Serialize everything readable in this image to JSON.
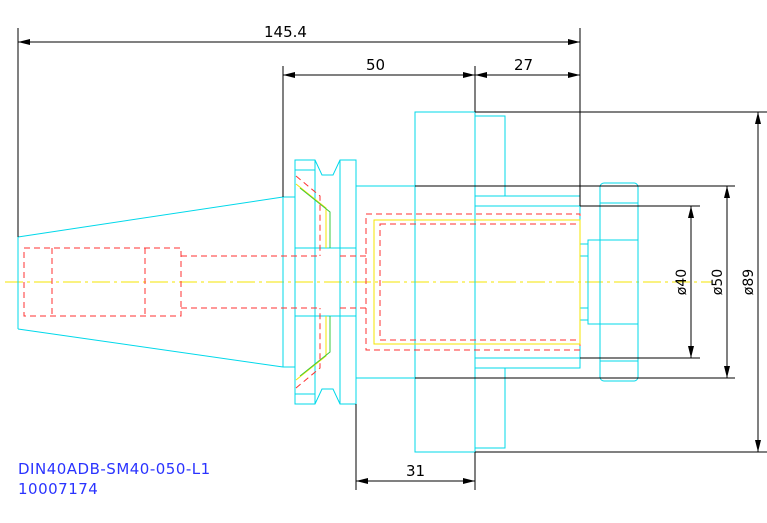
{
  "dimensions": {
    "overall_length": "145.4",
    "flange_length": "50",
    "body_length": "27",
    "nose_length": "31",
    "diameter_small": "ø40",
    "diameter_mid": "ø50",
    "diameter_large": "ø89"
  },
  "part": {
    "code": "DIN40ADB-SM40-050-L1",
    "number": "10007174"
  },
  "colors": {
    "outline": "#00d8ea",
    "hidden": "#ff3030",
    "centerline": "#f4e600",
    "dimension": "#000000",
    "label": "#2a33ff"
  }
}
